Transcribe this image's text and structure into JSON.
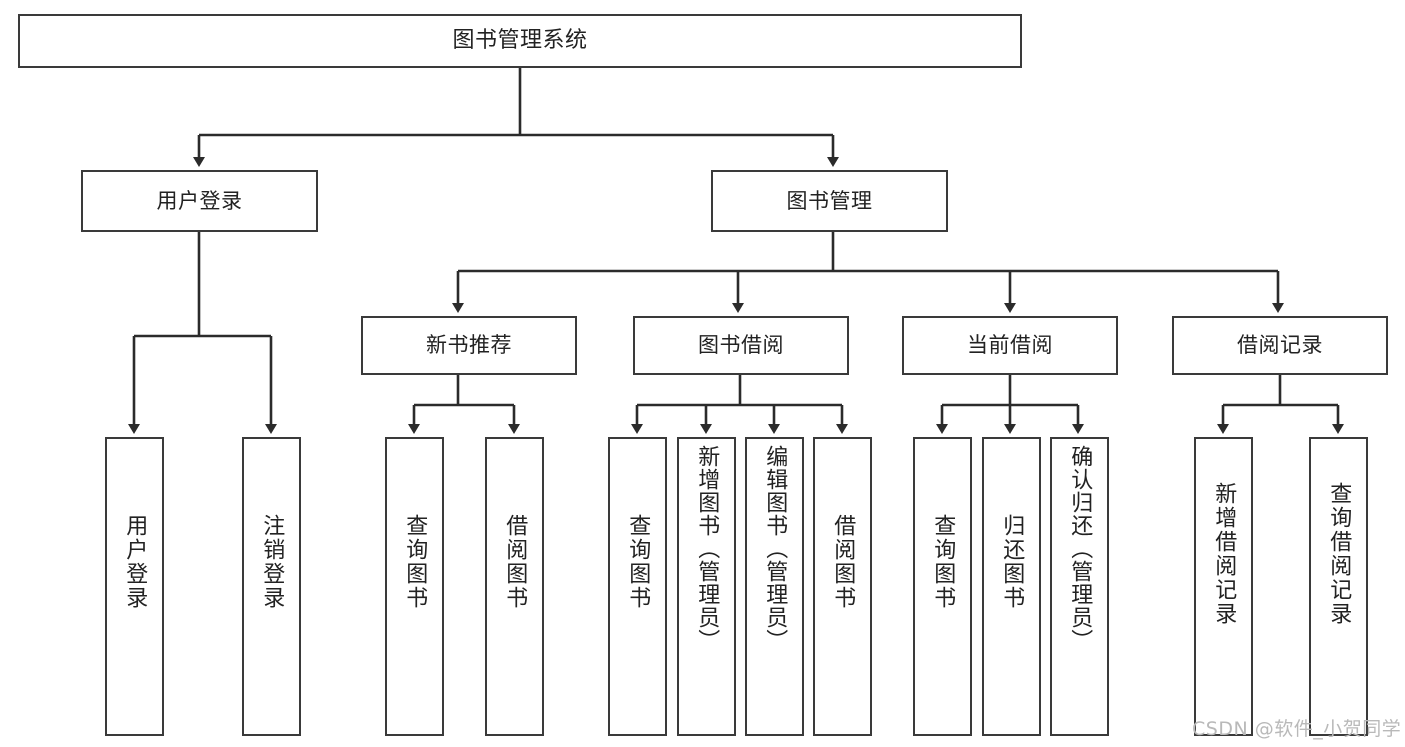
{
  "diagram": {
    "type": "tree-hierarchy-chart",
    "title": "图书管理系统",
    "root": {
      "label": "图书管理系统"
    },
    "level1": [
      {
        "label": "用户登录"
      },
      {
        "label": "图书管理"
      }
    ],
    "level2": [
      {
        "label": "新书推荐"
      },
      {
        "label": "图书借阅"
      },
      {
        "label": "当前借阅"
      },
      {
        "label": "借阅记录"
      }
    ],
    "leaves": {
      "user_login": [
        {
          "label": "用户登录"
        },
        {
          "label": "注销登录"
        }
      ],
      "new_book_recommend": [
        {
          "label": "查询图书"
        },
        {
          "label": "借阅图书"
        }
      ],
      "book_borrow": [
        {
          "label": "查询图书"
        },
        {
          "label": "新增图书（管理员）"
        },
        {
          "label": "编辑图书（管理员）"
        },
        {
          "label": "借阅图书"
        }
      ],
      "current_borrow": [
        {
          "label": "查询图书"
        },
        {
          "label": "归还图书"
        },
        {
          "label": "确认归还（管理员）"
        }
      ],
      "borrow_record": [
        {
          "label": "新增借阅记录"
        },
        {
          "label": "查询借阅记录"
        }
      ]
    }
  },
  "watermark": {
    "text": "CSDN @软件_小贺同学"
  },
  "colors": {
    "box_border": "#3a3a3a",
    "box_fill": "#ffffff",
    "text": "#222222",
    "connector": "#2b2b2b",
    "watermark": "#b9b9b9",
    "page_background": "#ffffff"
  }
}
